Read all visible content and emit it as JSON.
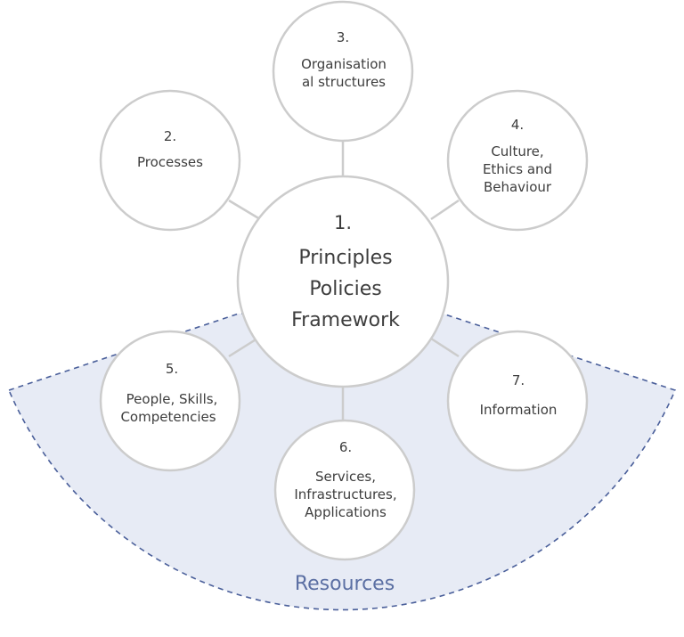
{
  "colors": {
    "resources_fill": "#e7ebf5",
    "resources_stroke": "#4a5f9a",
    "resources_text": "#5b6fa3",
    "circle_stroke": "#cccccc",
    "circle_fill": "#ffffff",
    "connector": "#cccccc",
    "text": "#3d3d3d"
  },
  "center": {
    "number": "1.",
    "lines": [
      "Principles",
      "Policies",
      "Framework"
    ]
  },
  "nodes": [
    {
      "number": "2.",
      "lines": [
        "Processes"
      ]
    },
    {
      "number": "3.",
      "lines": [
        "Organisation",
        "al structures"
      ]
    },
    {
      "number": "4.",
      "lines": [
        "Culture,",
        "Ethics and",
        "Behaviour"
      ]
    },
    {
      "number": "5.",
      "lines": [
        "People, Skills,",
        "Competencies"
      ]
    },
    {
      "number": "6.",
      "lines": [
        "Services,",
        "Infrastructures,",
        "Applications"
      ]
    },
    {
      "number": "7.",
      "lines": [
        "Information"
      ]
    }
  ],
  "resources": {
    "label": "Resources"
  }
}
